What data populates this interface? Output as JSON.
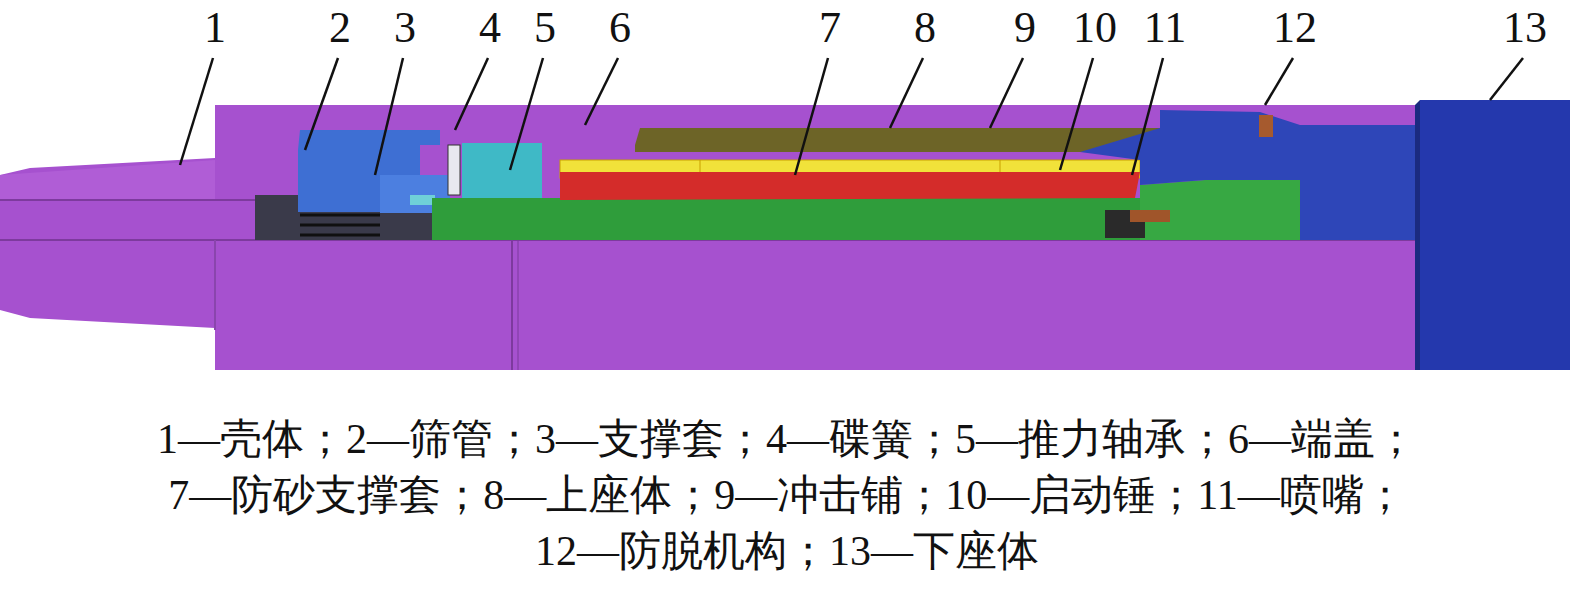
{
  "diagram": {
    "labels": [
      "1",
      "2",
      "3",
      "4",
      "5",
      "6",
      "7",
      "8",
      "9",
      "10",
      "11",
      "12",
      "13",
      "1—壳体；2—筛管；3—支撑套；4—碟簧；5—推力轴承；6—端盖；",
      "7—防砂支撑套；8—上座体；9—冲击铺；10—启动锤；11—喷嘴；",
      "12—防脱机构；13—下座体"
    ]
  }
}
